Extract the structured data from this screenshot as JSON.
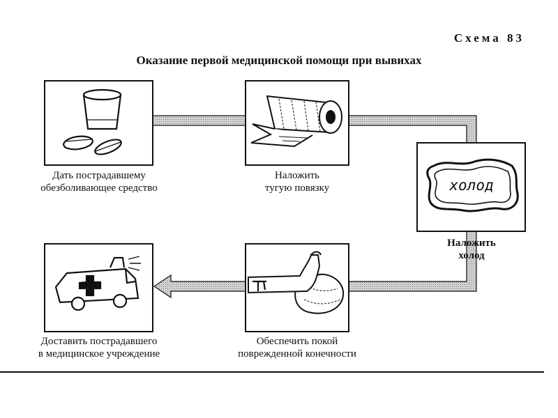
{
  "scheme_label": "Схема 83",
  "title": "Оказание первой медицинской помощи при вывихах",
  "steps": [
    {
      "line1": "Дать пострадавшему",
      "line2": "обезболивающее средство",
      "icon": "pills-icon"
    },
    {
      "line1": "Наложить",
      "line2": "тугую повязку",
      "icon": "bandage-roll-icon"
    },
    {
      "line1": "Наложить",
      "line2": "холод",
      "icon": "cold-pack-icon",
      "icon_text": "холод"
    },
    {
      "line1": "Обеспечить покой",
      "line2": "поврежденной конечности",
      "icon": "rested-limb-icon"
    },
    {
      "line1": "Доставить пострадавшего",
      "line2": "в медицинское учреждение",
      "icon": "ambulance-icon"
    }
  ],
  "colors": {
    "connector": "#bfbfbf",
    "stroke": "#111111"
  }
}
